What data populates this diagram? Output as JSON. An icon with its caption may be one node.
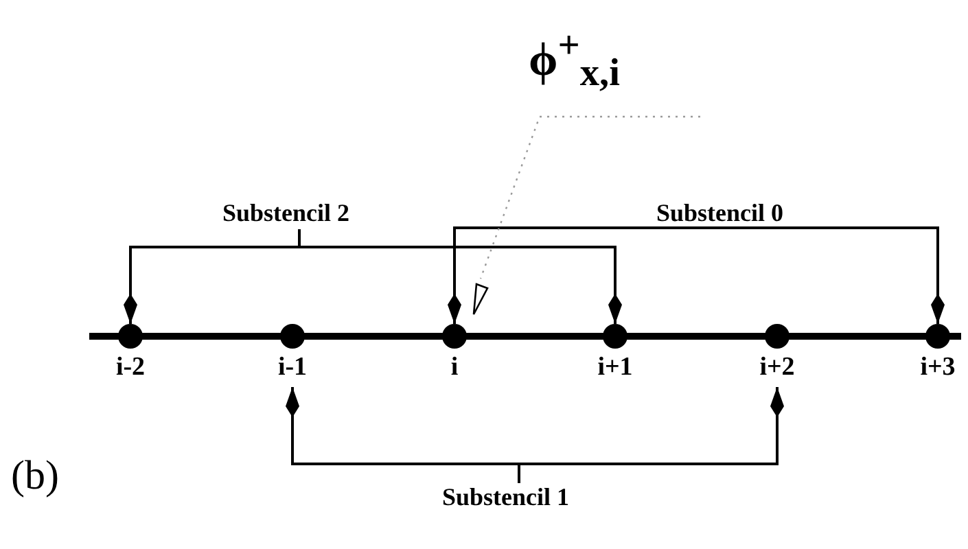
{
  "diagram": {
    "nodes": [
      {
        "text": [],
        "shape": "circle",
        "beside": [
          "i-2"
        ]
      },
      {
        "text": [],
        "shape": "circle",
        "beside": [
          "i-1"
        ]
      },
      {
        "text": [],
        "shape": "circle",
        "beside": [
          "i"
        ]
      },
      {
        "text": [],
        "shape": "circle",
        "beside": [
          "i+1"
        ]
      },
      {
        "text": [],
        "shape": "circle",
        "beside": [
          "i+2"
        ]
      },
      {
        "text": [],
        "shape": "circle",
        "beside": [
          "i+3"
        ]
      },
      {
        "text": [
          "Substencil 2"
        ]
      },
      {
        "text": [
          "Substencil 0"
        ]
      },
      {
        "text": [
          "Substencil 1"
        ]
      },
      {
        "text": [
          "ϕ$^{+}$$_{x,i}$"
        ]
      },
      {
        "text": [],
        "shape": "box"
      }
    ],
    "edges": [
      {
        "from": 6,
        "to": 0,
        "arrow": "to"
      },
      {
        "from": 6,
        "to": 3,
        "arrow": "to"
      },
      {
        "from": 7,
        "to": 2,
        "arrow": "to"
      },
      {
        "from": 7,
        "to": 5,
        "arrow": "to"
      },
      {
        "from": 8,
        "to": 1,
        "arrow": "to"
      },
      {
        "from": 8,
        "to": 4,
        "arrow": "to"
      },
      {
        "from": 9,
        "to": 10,
        "arrow": "none",
        "style": "dashed",
        "color": "#999999"
      }
    ],
    "labels": [
      "(b)"
    ]
  }
}
